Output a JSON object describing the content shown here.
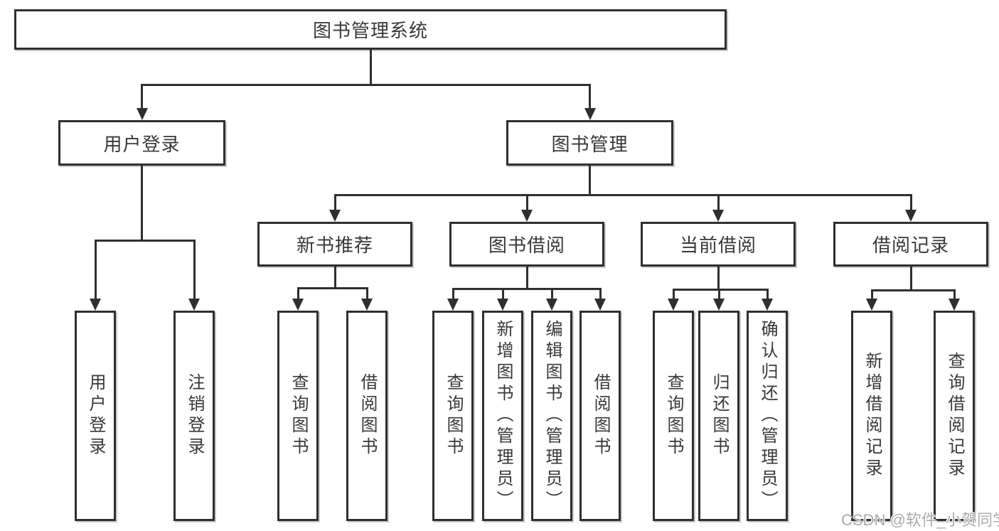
{
  "colors": {
    "line": "#2f2f2f",
    "box_border": "#2f2f2f",
    "text": "#383838",
    "watermark": "#ababab",
    "background": "#ffffff"
  },
  "tree": {
    "root": "图书管理系统",
    "children": [
      {
        "label": "用户登录",
        "children": [
          "用户登录",
          "注销登录"
        ]
      },
      {
        "label": "图书管理",
        "children": [
          {
            "label": "新书推荐",
            "children": [
              "查询图书",
              "借阅图书"
            ]
          },
          {
            "label": "图书借阅",
            "children": [
              "查询图书",
              "新增图书（管理员）",
              "编辑图书（管理员）",
              "借阅图书"
            ]
          },
          {
            "label": "当前借阅",
            "children": [
              "查询图书",
              "归还图书",
              "确认归还（管理员）"
            ]
          },
          {
            "label": "借阅记录",
            "children": [
              "新增借阅记录",
              "查询借阅记录"
            ]
          }
        ]
      }
    ]
  },
  "watermark": {
    "text": "CSDN @软件_小贺同学"
  }
}
